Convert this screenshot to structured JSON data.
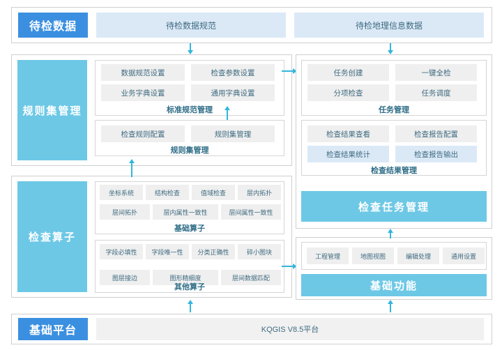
{
  "diagram": {
    "type": "system-architecture",
    "bands": {
      "data_layer": {
        "label": "待检数据",
        "items": [
          "待检数据规范",
          "待检地理信息数据"
        ]
      },
      "ruleset_layer": {
        "label": "规则集管理",
        "groups": [
          {
            "title": "标准规范管理",
            "tiles": [
              "数据规范设置",
              "检查参数设置",
              "业务字典设置",
              "通用字典设置"
            ]
          },
          {
            "title": "规则集管理",
            "tiles": [
              "检查规则配置",
              "规则集管理"
            ]
          }
        ]
      },
      "operator_layer": {
        "label": "检查算子",
        "groups": [
          {
            "title": "基础算子",
            "row1": [
              "坐标系统",
              "结构检查",
              "值域检查",
              "层内拓扑"
            ],
            "row2": [
              "层间拓扑",
              "层内属性一致性",
              "层间属性一致性"
            ]
          },
          {
            "title": "其他算子",
            "row1": [
              "字段必填性",
              "字段唯一性",
              "分类正确性",
              "碎小图块"
            ],
            "row2": [
              "图层接边",
              "图形精细度",
              "层间数据匹配"
            ]
          }
        ]
      },
      "task_layer": {
        "groups": [
          {
            "title": "任务管理",
            "tiles": [
              "任务创建",
              "一键全检",
              "分项检查",
              "任务调度"
            ]
          },
          {
            "title": "检查结果管理",
            "tiles": [
              "检查结果查看",
              "检查报告配置",
              "检查结果统计",
              "检查报告输出"
            ],
            "highlighted": [
              "检查结果统计",
              "检查报告输出"
            ]
          }
        ],
        "banner": "检查任务管理"
      },
      "basic_function_layer": {
        "tiles": [
          "工程管理",
          "地图视图",
          "编辑处理",
          "通用设置"
        ],
        "banner": "基础功能"
      },
      "platform_layer": {
        "label": "基础平台",
        "item": "KQGIS V8.5平台"
      }
    },
    "colors": {
      "blue_pill": "#3b8fe0",
      "cyan_pill": "#6dc8e6",
      "light_blue_bar": "#dbe9f7",
      "grey_tile": "#efefef",
      "arrow": "#32b6dd",
      "title_text": "#2e6d86"
    }
  }
}
